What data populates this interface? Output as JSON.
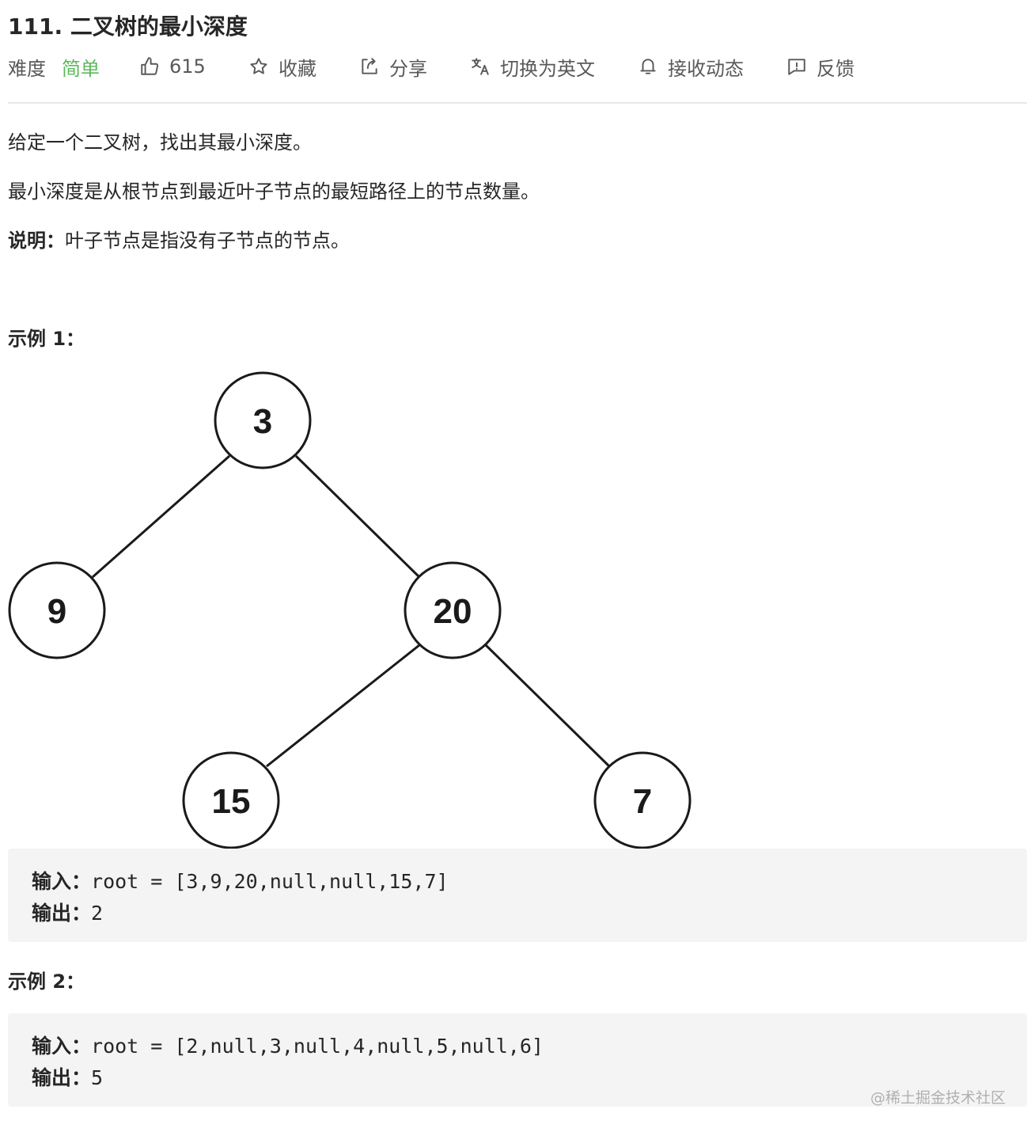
{
  "problem": {
    "title": "111. 二叉树的最小深度"
  },
  "toolbar": {
    "difficulty_label": "难度",
    "difficulty_value": "简单",
    "likes": "615",
    "favorite": "收藏",
    "share": "分享",
    "switch_lang": "切换为英文",
    "subscribe": "接收动态",
    "feedback": "反馈",
    "colors": {
      "easy": "#5cb85c",
      "icon": "#595959"
    },
    "icons": [
      "thumbs-up-icon",
      "star-icon",
      "share-icon",
      "translate-icon",
      "bell-icon",
      "feedback-icon"
    ]
  },
  "description": {
    "p1": "给定一个二叉树，找出其最小深度。",
    "p2": "最小深度是从根节点到最近叶子节点的最短路径上的节点数量。",
    "note_label": "说明：",
    "note_text": "叶子节点是指没有子节点的节点。"
  },
  "example1": {
    "heading": "示例 1：",
    "tree_nodes": [
      "3",
      "9",
      "20",
      "15",
      "7"
    ],
    "input_label": "输入：",
    "input_value": "root = [3,9,20,null,null,15,7]",
    "output_label": "输出：",
    "output_value": "2"
  },
  "example2": {
    "heading": "示例 2：",
    "input_label": "输入：",
    "input_value": "root = [2,null,3,null,4,null,5,null,6]",
    "output_label": "输出：",
    "output_value": "5"
  },
  "watermark": "@稀土掘金技术社区"
}
